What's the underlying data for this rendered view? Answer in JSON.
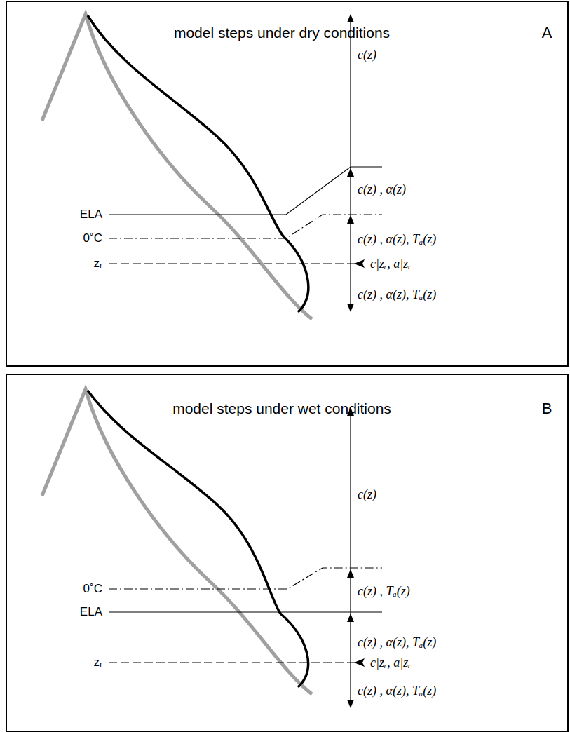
{
  "diagram": {
    "nodes": [
      {
        "text": [
          "model steps under dry conditions",
          "A"
        ]
      },
      {
        "text": [
          "model steps under wet conditions",
          "B"
        ]
      }
    ],
    "labels": [
      "ELA",
      "0˚C",
      "zᵣ",
      "c(z)",
      "c(z) , α(z)",
      "c(z) , α(z), Tₐ(z)",
      "c|zᵣ, a|zᵣ",
      "c(z) , α(z), Tₐ(z)",
      "0˚C",
      "ELA",
      "zᵣ",
      "c(z)",
      "c(z) , Tₐ(z)",
      "c(z) , α(z), Tₐ(z)",
      "c|zᵣ, a|zᵣ",
      "c(z) , α(z), Tₐ(z)"
    ]
  }
}
